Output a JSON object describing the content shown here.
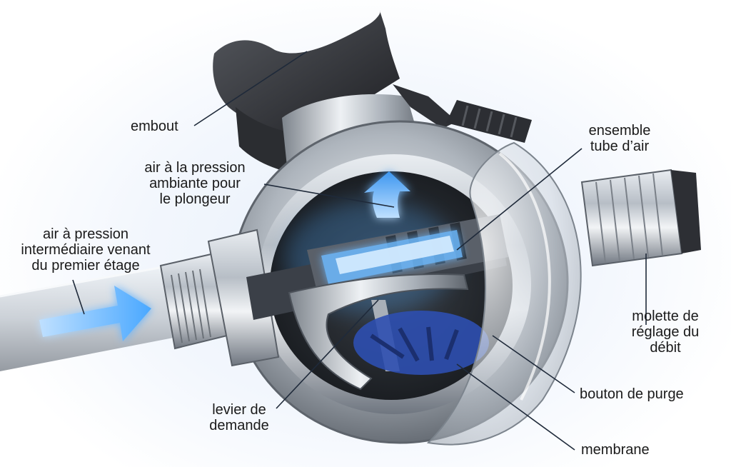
{
  "labels": {
    "embout": "embout",
    "ambient_air": [
      "air à la pression",
      "ambiante pour",
      "le plongeur"
    ],
    "intermediate_air": [
      "air à pression",
      "intermédiaire venant",
      "du premier étage"
    ],
    "air_tube": [
      "ensemble",
      "tube d’air"
    ],
    "flow_knob": [
      "molette de",
      "réglage du",
      "débit"
    ],
    "purge_button": "bouton de purge",
    "membrane": "membrane",
    "demand_lever": [
      "levier de",
      "demande"
    ]
  },
  "colors": {
    "air_flow": "#4aa8ff",
    "leader_line": "#1f2a3a",
    "metal": "#9aa3ad",
    "rubber": "#3a3c40",
    "membrane_blue": "#2e4fb0"
  },
  "icons": {
    "air_in_arrow": "arrow-right-icon",
    "air_up_arrow": "curved-arrow-up-icon"
  }
}
